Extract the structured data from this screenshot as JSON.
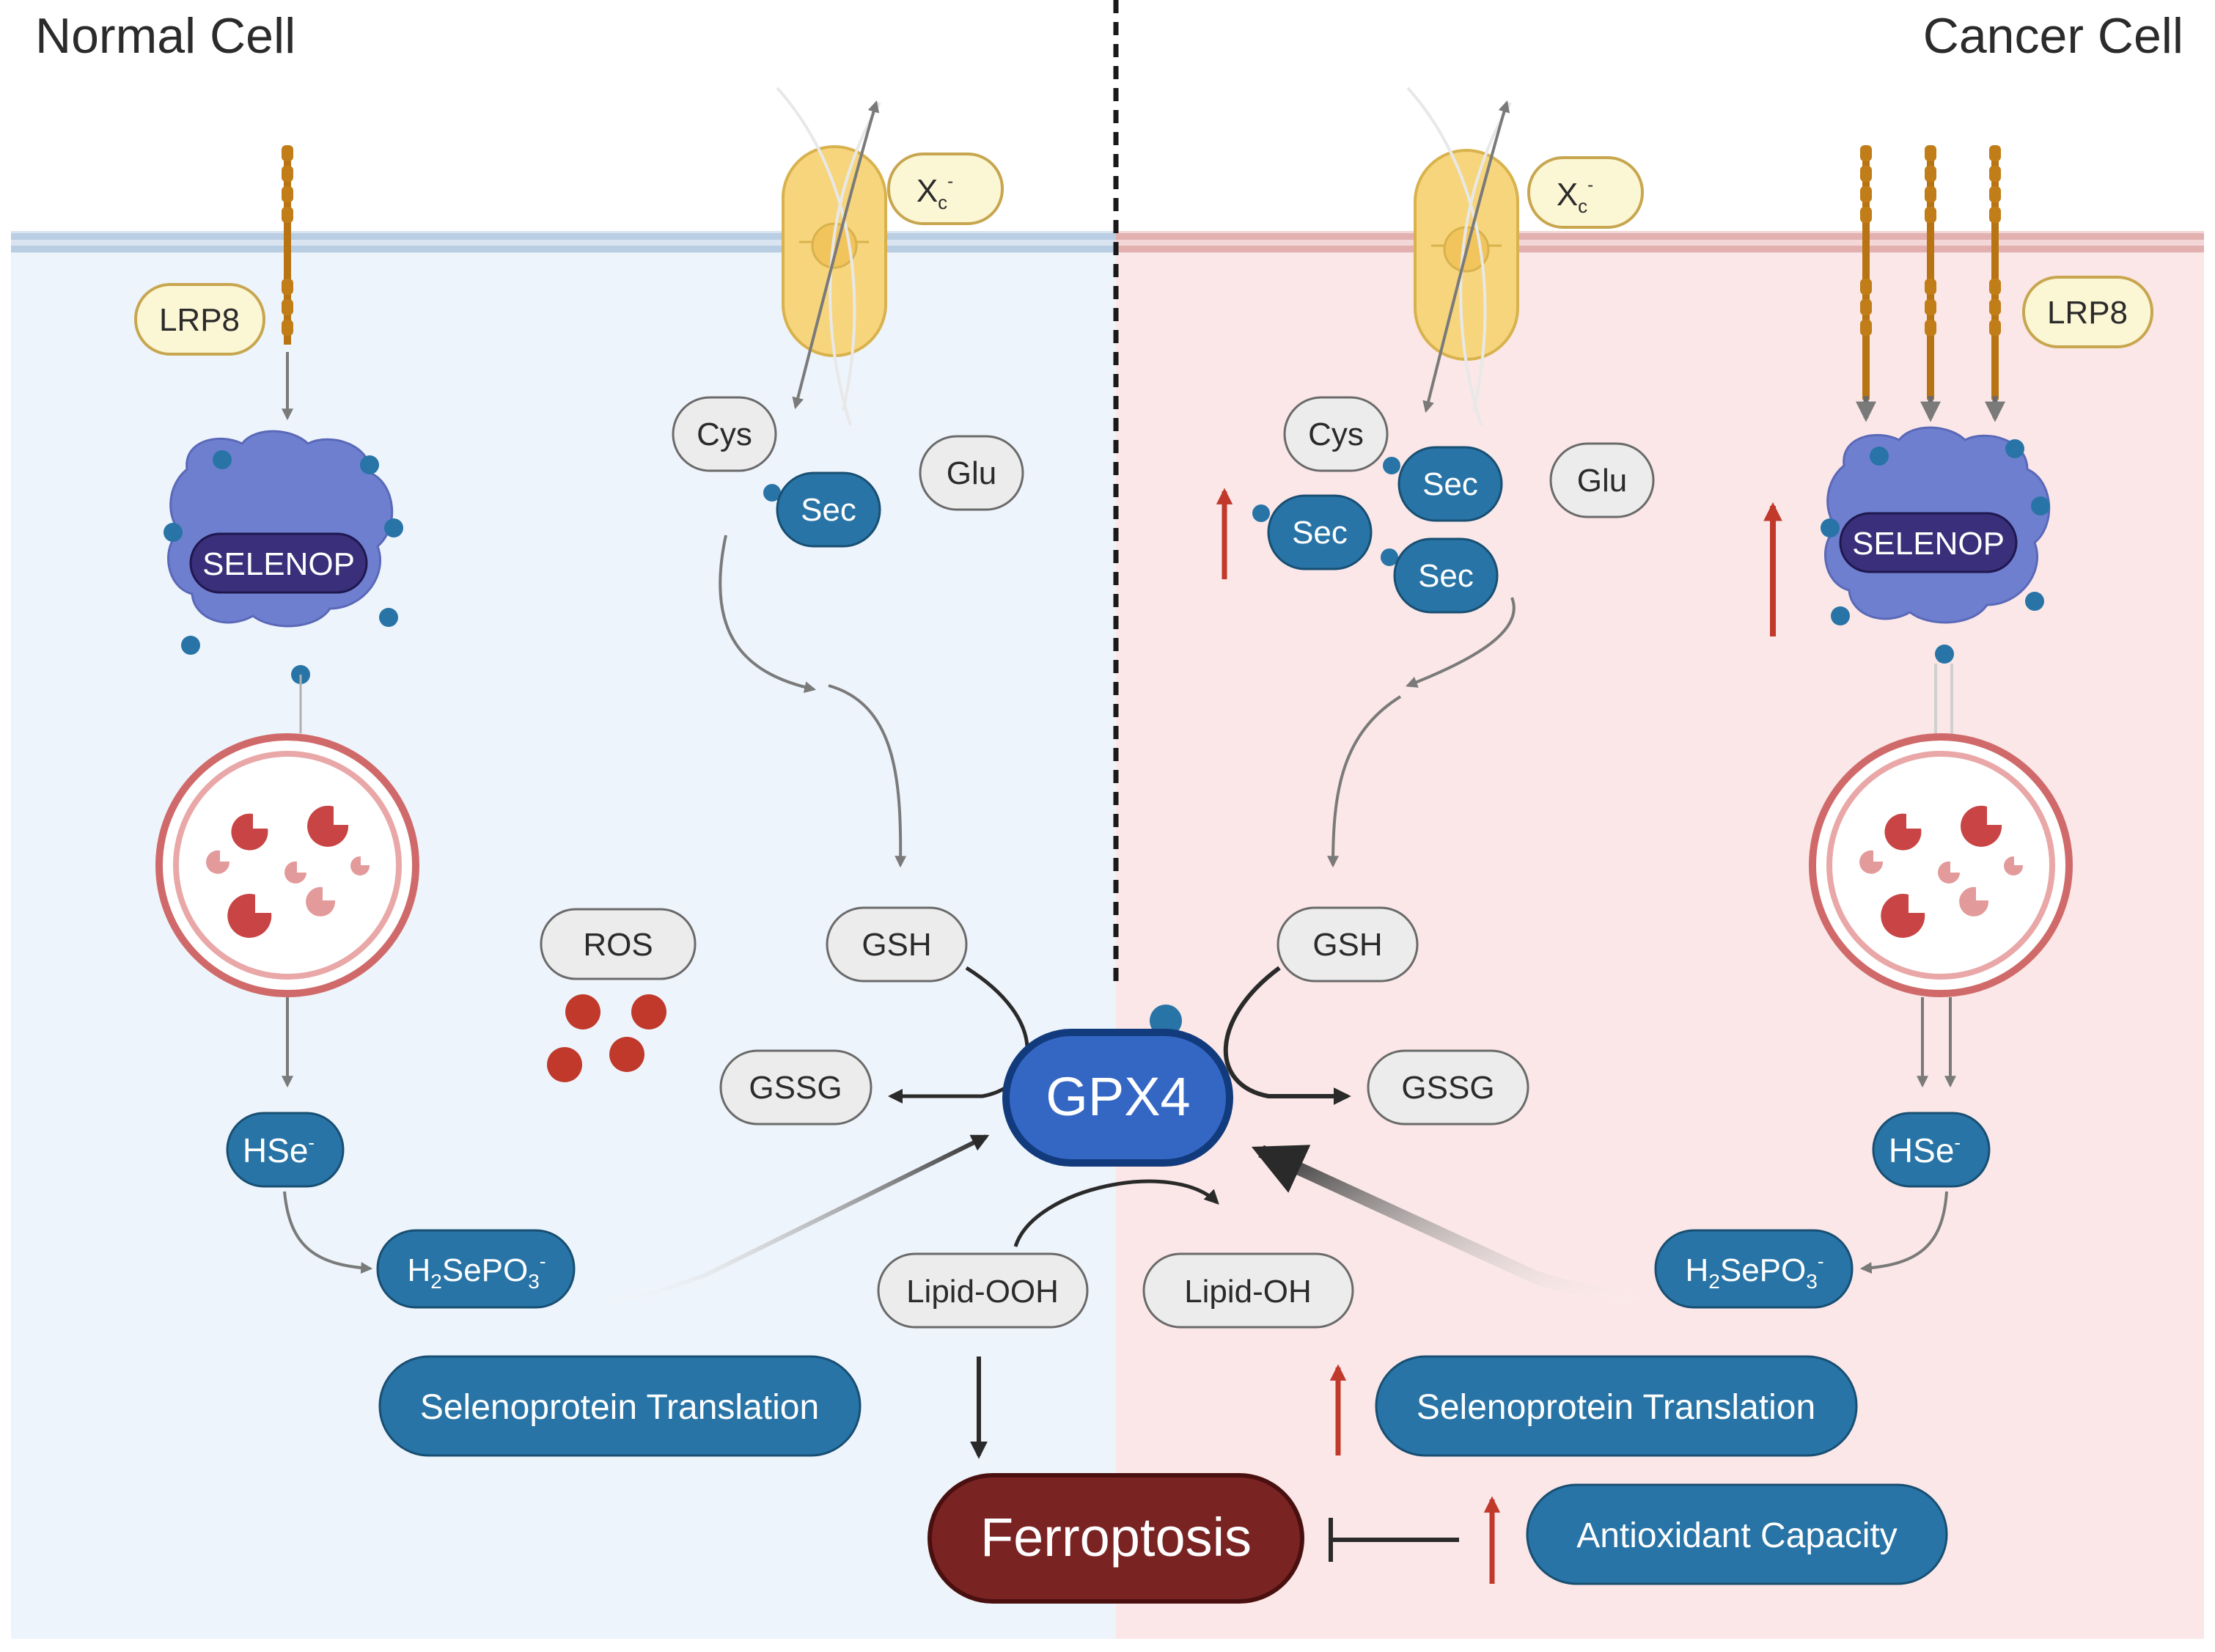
{
  "panels": {
    "left_title": "Normal Cell",
    "right_title": "Cancer Cell"
  },
  "labels": {
    "lrp8": "LRP8",
    "xc_main": "X",
    "xc_sub": "c",
    "xc_sup": "-",
    "cys": "Cys",
    "sec": "Sec",
    "glu": "Glu",
    "selenop": "SELENOP",
    "ros": "ROS",
    "gsh": "GSH",
    "gssg": "GSSG",
    "gpx4": "GPX4",
    "hse_main": "HSe",
    "hse_sup": "-",
    "h2sepo3_h": "H",
    "h2sepo3_2": "2",
    "h2sepo3_sepo": "SePO",
    "h2sepo3_3": "3",
    "h2sepo3_sup": "-",
    "lipid_ooh": "Lipid-OOH",
    "lipid_oh": "Lipid-OH",
    "selenoprotein_translation": "Selenoprotein Translation",
    "ferroptosis": "Ferroptosis",
    "antioxidant_capacity": "Antioxidant Capacity"
  },
  "colors": {
    "normal_bg": "#eef4fb",
    "cancer_bg": "#fbe7e7",
    "membrane_normal": "#b9cde3",
    "membrane_cancer": "#e8b9b9",
    "sec_blue": "#2874a6",
    "gpx4_blue": "#3467c4",
    "selenop_purple": "#6f7fcf",
    "ferroptosis_red": "#7a2323",
    "up_arrow_red": "#c0392b",
    "lysosome_red": "#d06a6a"
  }
}
